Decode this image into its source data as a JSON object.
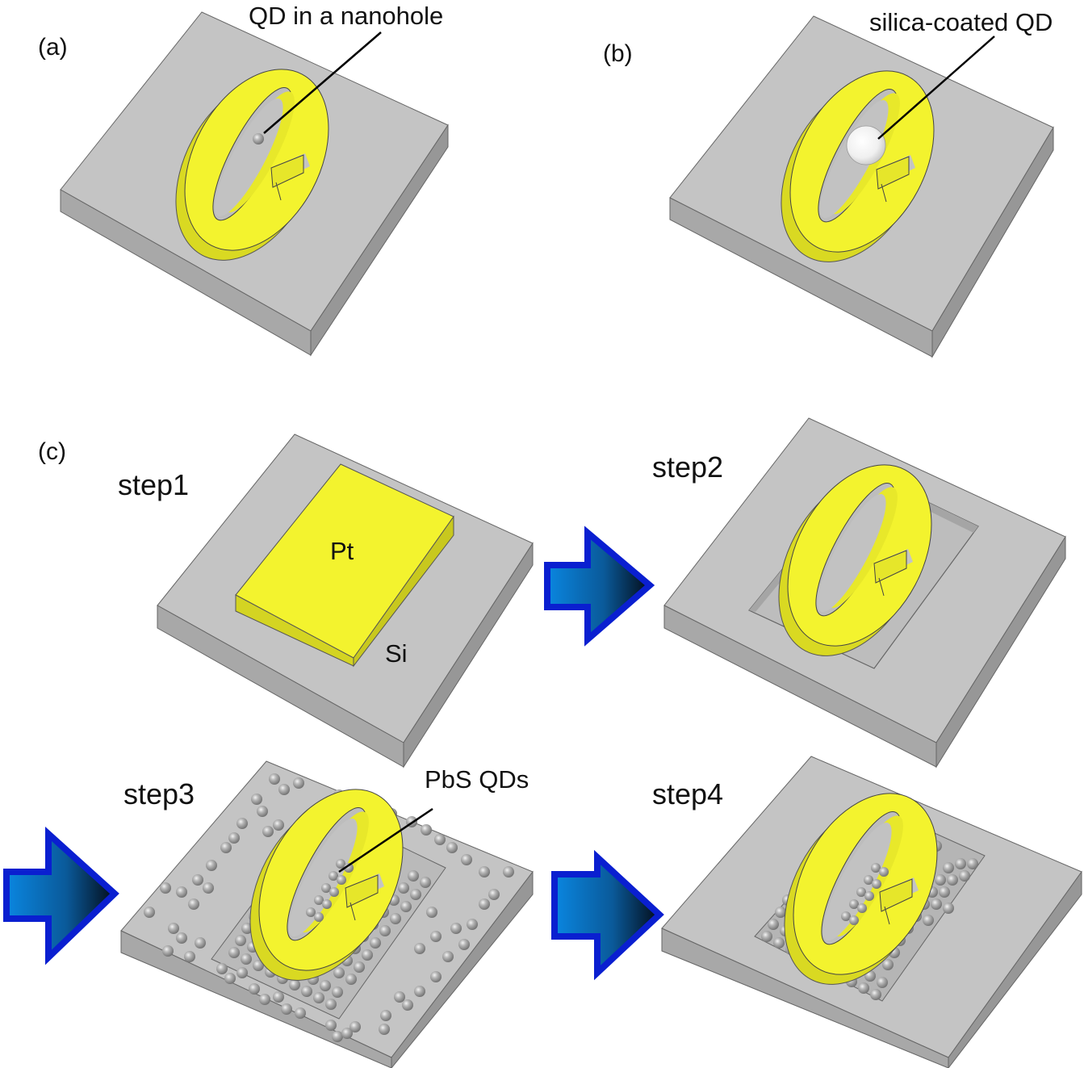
{
  "figure": {
    "panels": [
      {
        "id": "a",
        "label": "(a)",
        "callout": "QD in a nanohole",
        "qd_size": "small"
      },
      {
        "id": "b",
        "label": "(b)",
        "callout": "silica-coated QD",
        "qd_size": "large"
      },
      {
        "id": "c",
        "label": "(c)"
      }
    ],
    "steps": [
      {
        "label": "step1",
        "materials": {
          "top": "Pt",
          "substrate": "Si"
        }
      },
      {
        "label": "step2"
      },
      {
        "label": "step3",
        "callout": "PbS QDs"
      },
      {
        "label": "step4"
      }
    ],
    "colors": {
      "substrate_top": "#c4c4c4",
      "substrate_side": "#a6a6a6",
      "gold": "#f2f230",
      "gold_side": "#d8d820",
      "arrow_fill_start": "#0a7fd6",
      "arrow_fill_end": "#061a2e",
      "arrow_border": "#0a1fd0",
      "qd": "#9a9a9a"
    }
  }
}
